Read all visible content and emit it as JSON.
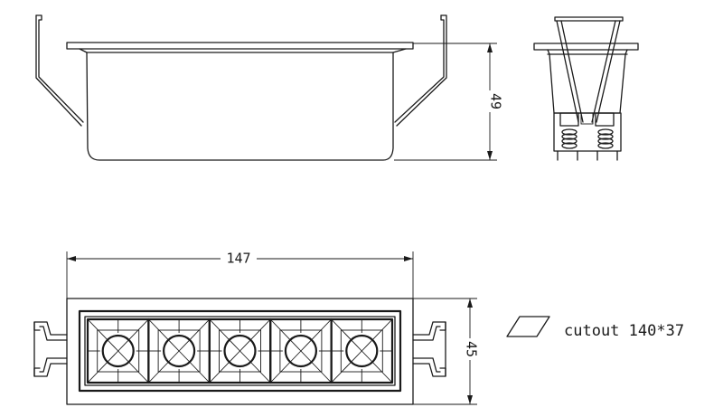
{
  "drawing": {
    "dims": {
      "height": "49",
      "width": "147",
      "depth": "45"
    },
    "cutout_label": "cutout 140*37",
    "led_count": 5
  }
}
